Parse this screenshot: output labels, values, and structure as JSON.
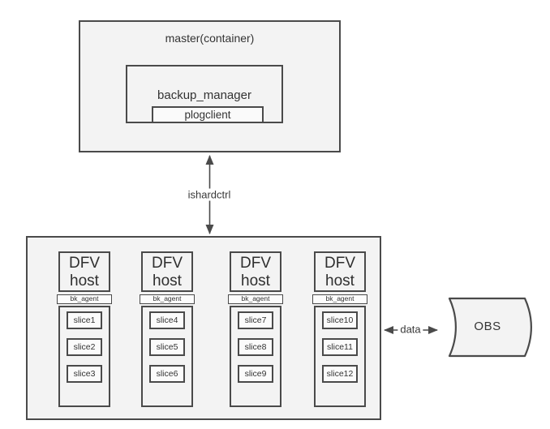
{
  "colors": {
    "background": "#ffffff",
    "stroke": "#4a4a4a",
    "box_fill": "#f3f3f3",
    "inner_fill": "#fbfbfb",
    "text": "#333333"
  },
  "master": {
    "title": "master(container)",
    "manager_label": "backup_manager",
    "client_label": "plogclient"
  },
  "links": {
    "control_label": "ishardctrl",
    "data_label": "data"
  },
  "cluster": {
    "hosts": [
      {
        "name_line1": "DFV",
        "name_line2": "host",
        "agent_label": "bk_agent",
        "slices": [
          "slice1",
          "slice2",
          "slice3"
        ]
      },
      {
        "name_line1": "DFV",
        "name_line2": "host",
        "agent_label": "bk_agent",
        "slices": [
          "slice4",
          "slice5",
          "slice6"
        ]
      },
      {
        "name_line1": "DFV",
        "name_line2": "host",
        "agent_label": "bk_agent",
        "slices": [
          "slice7",
          "slice8",
          "slice9"
        ]
      },
      {
        "name_line1": "DFV",
        "name_line2": "host",
        "agent_label": "bk_agent",
        "slices": [
          "slice10",
          "slice11",
          "slice12"
        ]
      }
    ]
  },
  "storage": {
    "label": "OBS"
  }
}
